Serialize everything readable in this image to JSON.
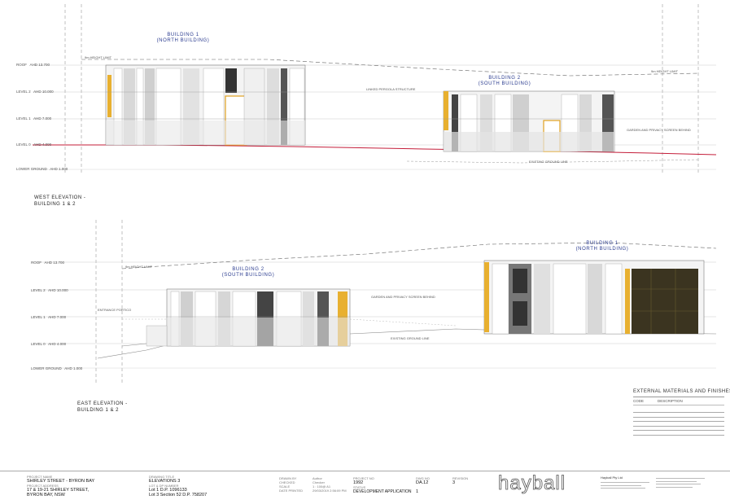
{
  "elevation_top": {
    "caption_line1": "WEST ELEVATION -",
    "caption_line2": "BUILDING 1 & 2",
    "building_left_name": "BUILDING 1",
    "building_left_sub": "(NORTH BUILDING)",
    "building_right_name": "BUILDING 2",
    "building_right_sub": "(SOUTH BUILDING)",
    "levels": [
      {
        "name": "ROOF",
        "rl": "AHD 13.700"
      },
      {
        "name": "LEVEL 2",
        "rl": "AHD 10.000"
      },
      {
        "name": "LEVEL 1",
        "rl": "AHD 7.000"
      },
      {
        "name": "LEVEL 0",
        "rl": "AHD 4.000"
      },
      {
        "name": "LOWER GROUND",
        "rl": "AHD 1.000"
      }
    ],
    "height_limit_left": "9m HEIGHT LIMIT",
    "height_limit_right": "9m HEIGHT LIMIT",
    "ground_line": "EXISTING GROUND LINE",
    "note_mid": "LINKED PERGOLA STRUCTURE",
    "note_right": "GARDEN AND PRIVACY SCREEN BEHIND"
  },
  "elevation_bottom": {
    "caption_line1": "EAST ELEVATION -",
    "caption_line2": "BUILDING 1 & 2",
    "building_left_name": "BUILDING 2",
    "building_left_sub": "(SOUTH BUILDING)",
    "building_right_name": "BUILDING 1",
    "building_right_sub": "(NORTH BUILDING)",
    "levels": [
      {
        "name": "ROOF",
        "rl": "AHD 13.700"
      },
      {
        "name": "LEVEL 2",
        "rl": "AHD 10.000"
      },
      {
        "name": "LEVEL 1",
        "rl": "AHD 7.000"
      },
      {
        "name": "LEVEL 0",
        "rl": "AHD 4.000"
      },
      {
        "name": "LOWER GROUND",
        "rl": "AHD 1.000"
      }
    ],
    "height_limit": "9m HEIGHT LIMIT",
    "ground_line": "EXISTING GROUND LINE",
    "note_mid": "GARDEN AND PRIVACY SCREEN BEHIND",
    "note_left": "ENTRANCE PORTICO"
  },
  "materials": {
    "title": "EXTERNAL MATERIALS AND FINISHES",
    "col_code": "CODE",
    "col_desc": "DESCRIPTION"
  },
  "title_block": {
    "project_name_label": "PROJECT NAME",
    "project_name": "SHIRLEY STREET - BYRON BAY",
    "project_address_label": "PROJECT ADDRESS",
    "address_line1": "17 & 19-21 SHIRLEY STREET,",
    "address_line2": "BYRON BAY, NSW",
    "drawing_title_label": "DRAWING TITLE",
    "drawing_title": "ELEVATIONS 3",
    "lot_label": "LOT & DP NUMBER",
    "lot_line1": "Lot 1 D.P. 1096133",
    "lot_line2": "Lot 3 Section 52 D.P. 758207",
    "drawn_label": "DRAWN BY",
    "checked_label": "CHECKED",
    "scale_label": "SCALE",
    "date_label": "DATE PRINTED",
    "drawn_val": "Author",
    "checked_val": "Checker",
    "scale_val": "1 : 100@ A1",
    "date_val": "29/03/2019 2:56:09 PM",
    "project_no_label": "PROJECT NO",
    "project_no": "1992",
    "status_label": "STATUS",
    "status": "DEVELOPMENT APPLICATION",
    "dwg_no_label": "DWG NO",
    "dwg_no": "DA.12",
    "dwg_sub": "1",
    "revision_label": "REVISION",
    "revision": "3",
    "logo": "hayball",
    "company_name": "Hayball Pty Ltd"
  }
}
